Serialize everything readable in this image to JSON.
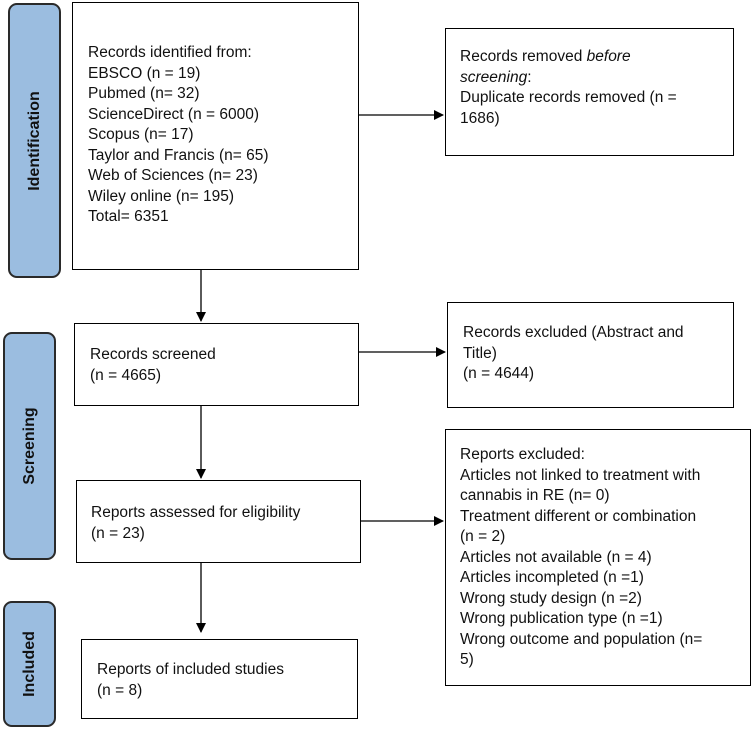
{
  "stages": {
    "identification": "Identification",
    "screening": "Screening",
    "included": "Included"
  },
  "records_identified": {
    "lines": [
      "Records identified from:",
      "EBSCO (n = 19)",
      "Pubmed (n= 32)",
      "ScienceDirect (n = 6000)",
      "Scopus (n= 17)",
      "Taylor and Francis (n= 65)",
      "Web of Sciences (n= 23)",
      "Wiley online (n= 195)",
      "Total= 6351"
    ]
  },
  "records_removed": {
    "line1": "Records removed ",
    "line1_italic": "before",
    "line2_italic": "screening",
    "line2_rest": ":",
    "line3": "Duplicate records removed (n =",
    "line4": "1686)"
  },
  "records_screened": {
    "lines": [
      "Records screened",
      "(n = 4665)"
    ]
  },
  "records_excluded": {
    "lines": [
      "Records excluded (Abstract and",
      "Title)",
      "(n = 4644)"
    ]
  },
  "reports_assessed": {
    "lines": [
      "Reports assessed for eligibility",
      "(n = 23)"
    ]
  },
  "reports_excluded": {
    "lines": [
      "Reports excluded:",
      "Articles not linked to treatment with",
      "cannabis in RE (n= 0)",
      "Treatment different or combination",
      "(n = 2)",
      "Articles not available (n = 4)",
      "Articles incompleted (n =1)",
      "Wrong study design (n =2)",
      "Wrong publication type  (n =1)",
      "Wrong outcome and population (n=",
      "5)"
    ]
  },
  "reports_included": {
    "lines": [
      "Reports of included studies",
      "(n = 8)"
    ]
  },
  "colors": {
    "stage_fill": "#9bbde0",
    "stage_border": "#2a2a2a",
    "box_border": "#000000"
  }
}
